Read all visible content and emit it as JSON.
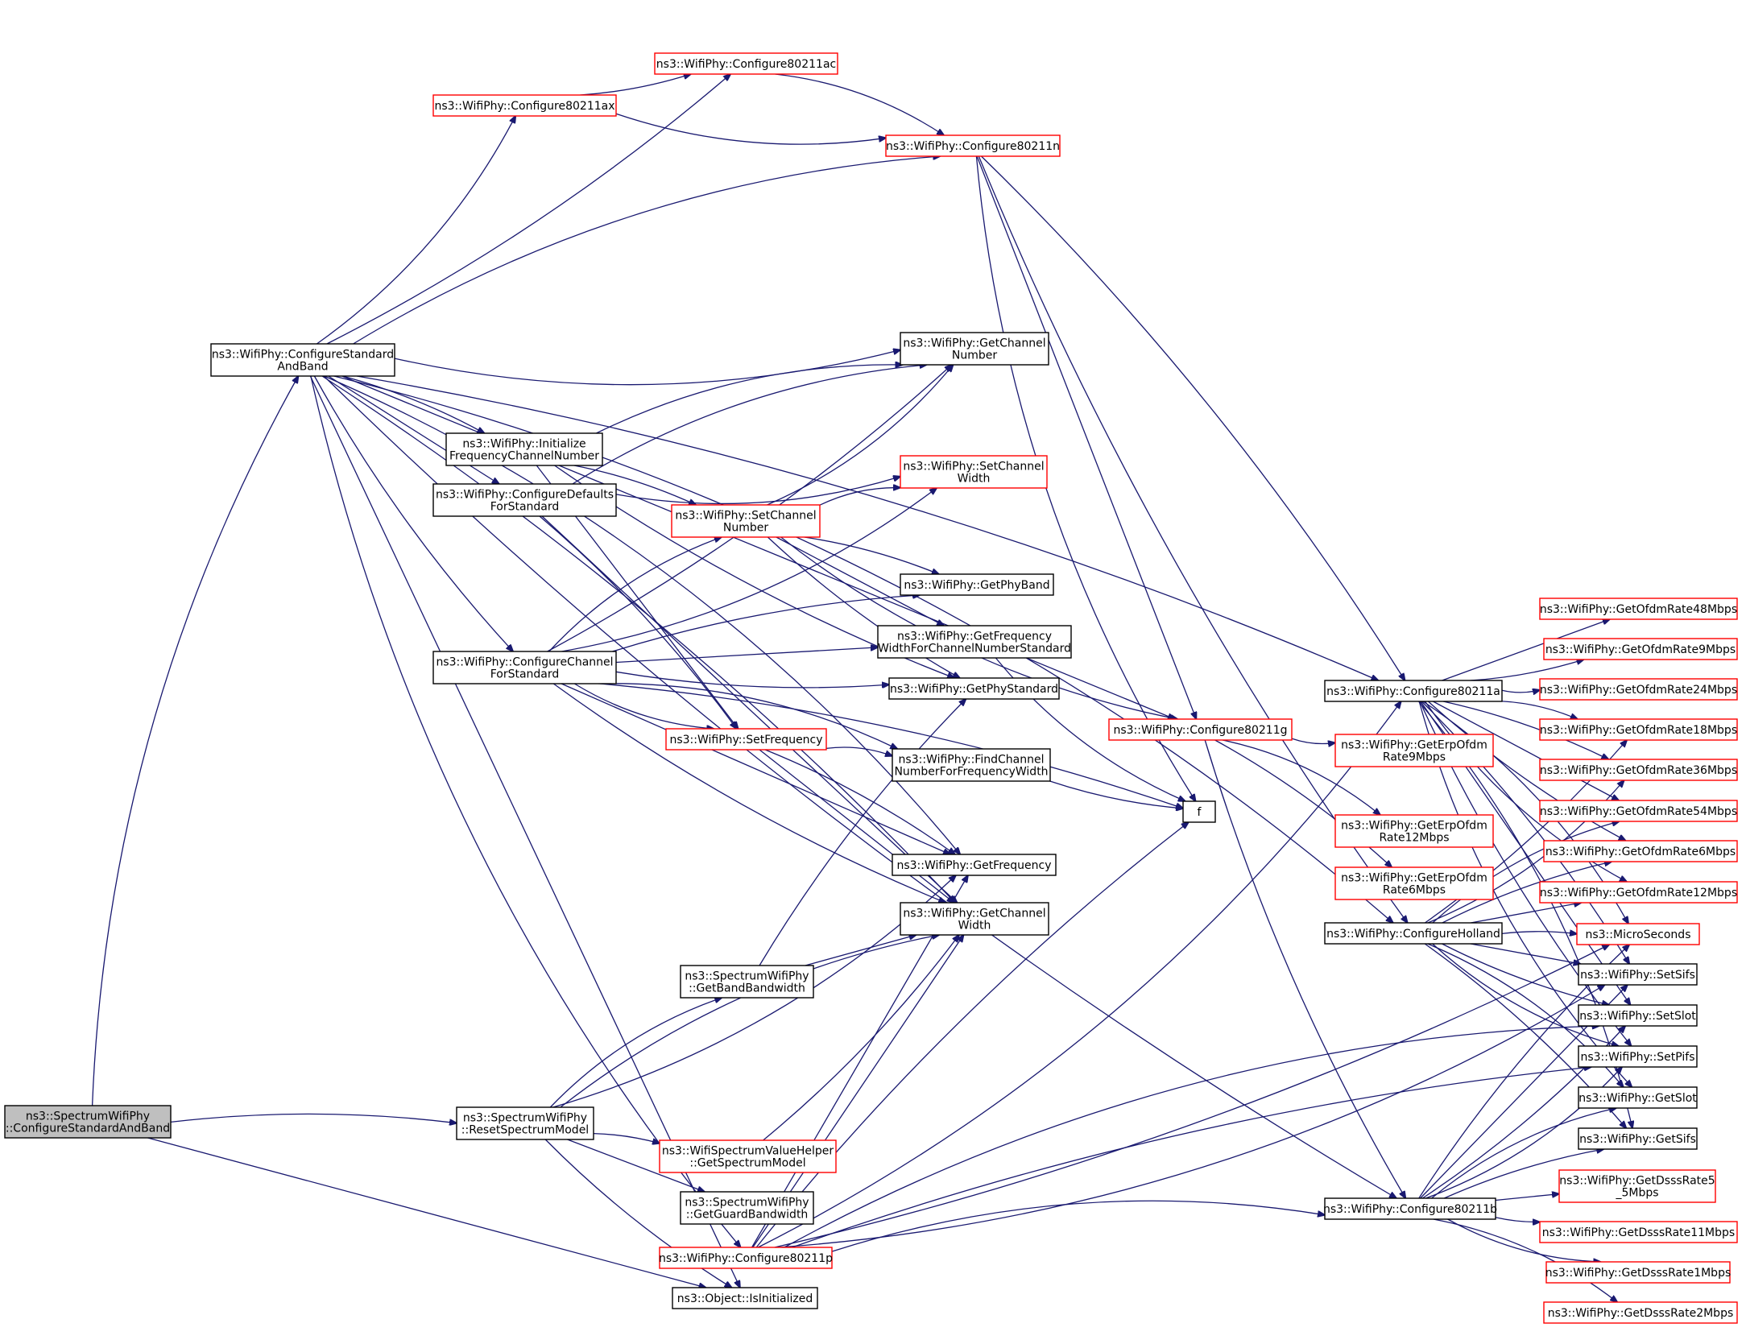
{
  "colors": {
    "edge": "#191970",
    "node_border_normal": "#000000",
    "node_border_truncated": "#ff0000",
    "root_fill": "#bfbfbf",
    "node_fill": "#ffffff",
    "text": "#000000"
  },
  "nodes": [
    {
      "id": "root",
      "lines": [
        "ns3::SpectrumWifiPhy",
        "::ConfigureStandardAndBand"
      ],
      "style": "root"
    },
    {
      "id": "csab",
      "lines": [
        "ns3::WifiPhy::ConfigureStandard",
        "AndBand"
      ],
      "style": "normal"
    },
    {
      "id": "rsm",
      "lines": [
        "ns3::SpectrumWifiPhy",
        "::ResetSpectrumModel"
      ],
      "style": "normal"
    },
    {
      "id": "isinit",
      "lines": [
        "ns3::Object::IsInitialized"
      ],
      "style": "normal"
    },
    {
      "id": "c11ac",
      "lines": [
        "ns3::WifiPhy::Configure80211ac"
      ],
      "style": "truncated"
    },
    {
      "id": "c11ax",
      "lines": [
        "ns3::WifiPhy::Configure80211ax"
      ],
      "style": "truncated"
    },
    {
      "id": "c11n",
      "lines": [
        "ns3::WifiPhy::Configure80211n"
      ],
      "style": "truncated"
    },
    {
      "id": "ifcn",
      "lines": [
        "ns3::WifiPhy::Initialize",
        "FrequencyChannelNumber"
      ],
      "style": "normal"
    },
    {
      "id": "cdfs",
      "lines": [
        "ns3::WifiPhy::ConfigureDefaults",
        "ForStandard"
      ],
      "style": "normal"
    },
    {
      "id": "ccfs",
      "lines": [
        "ns3::WifiPhy::ConfigureChannel",
        "ForStandard"
      ],
      "style": "normal"
    },
    {
      "id": "getchnum",
      "lines": [
        "ns3::WifiPhy::GetChannel",
        "Number"
      ],
      "style": "normal"
    },
    {
      "id": "setchw",
      "lines": [
        "ns3::WifiPhy::SetChannel",
        "Width"
      ],
      "style": "truncated"
    },
    {
      "id": "setchnum",
      "lines": [
        "ns3::WifiPhy::SetChannel",
        "Number"
      ],
      "style": "truncated"
    },
    {
      "id": "getphyband",
      "lines": [
        "ns3::WifiPhy::GetPhyBand"
      ],
      "style": "normal"
    },
    {
      "id": "getfwcns",
      "lines": [
        "ns3::WifiPhy::GetFrequency",
        "WidthForChannelNumberStandard"
      ],
      "style": "normal"
    },
    {
      "id": "getphystd",
      "lines": [
        "ns3::WifiPhy::GetPhyStandard"
      ],
      "style": "normal"
    },
    {
      "id": "setfreq",
      "lines": [
        "ns3::WifiPhy::SetFrequency"
      ],
      "style": "truncated"
    },
    {
      "id": "findch",
      "lines": [
        "ns3::WifiPhy::FindChannel",
        "NumberForFrequencyWidth"
      ],
      "style": "normal"
    },
    {
      "id": "f",
      "lines": [
        "f"
      ],
      "style": "normal"
    },
    {
      "id": "getfreq",
      "lines": [
        "ns3::WifiPhy::GetFrequency"
      ],
      "style": "normal"
    },
    {
      "id": "getchw",
      "lines": [
        "ns3::WifiPhy::GetChannel",
        "Width"
      ],
      "style": "normal"
    },
    {
      "id": "getbbw",
      "lines": [
        "ns3::SpectrumWifiPhy",
        "::GetBandBandwidth"
      ],
      "style": "normal"
    },
    {
      "id": "getspm",
      "lines": [
        "ns3::WifiSpectrumValueHelper",
        "::GetSpectrumModel"
      ],
      "style": "truncated"
    },
    {
      "id": "getgbw",
      "lines": [
        "ns3::SpectrumWifiPhy",
        "::GetGuardBandwidth"
      ],
      "style": "normal"
    },
    {
      "id": "c11p",
      "lines": [
        "ns3::WifiPhy::Configure80211p"
      ],
      "style": "truncated"
    },
    {
      "id": "c11g",
      "lines": [
        "ns3::WifiPhy::Configure80211g"
      ],
      "style": "truncated"
    },
    {
      "id": "c11a",
      "lines": [
        "ns3::WifiPhy::Configure80211a"
      ],
      "style": "normal"
    },
    {
      "id": "choll",
      "lines": [
        "ns3::WifiPhy::ConfigureHolland"
      ],
      "style": "normal"
    },
    {
      "id": "c11b",
      "lines": [
        "ns3::WifiPhy::Configure80211b"
      ],
      "style": "normal"
    },
    {
      "id": "erp9",
      "lines": [
        "ns3::WifiPhy::GetErpOfdm",
        "Rate9Mbps"
      ],
      "style": "truncated"
    },
    {
      "id": "erp12",
      "lines": [
        "ns3::WifiPhy::GetErpOfdm",
        "Rate12Mbps"
      ],
      "style": "truncated"
    },
    {
      "id": "erp6",
      "lines": [
        "ns3::WifiPhy::GetErpOfdm",
        "Rate6Mbps"
      ],
      "style": "truncated"
    },
    {
      "id": "o48",
      "lines": [
        "ns3::WifiPhy::GetOfdmRate48Mbps"
      ],
      "style": "truncated"
    },
    {
      "id": "o9",
      "lines": [
        "ns3::WifiPhy::GetOfdmRate9Mbps"
      ],
      "style": "truncated"
    },
    {
      "id": "o24",
      "lines": [
        "ns3::WifiPhy::GetOfdmRate24Mbps"
      ],
      "style": "truncated"
    },
    {
      "id": "o18",
      "lines": [
        "ns3::WifiPhy::GetOfdmRate18Mbps"
      ],
      "style": "truncated"
    },
    {
      "id": "o36",
      "lines": [
        "ns3::WifiPhy::GetOfdmRate36Mbps"
      ],
      "style": "truncated"
    },
    {
      "id": "o54",
      "lines": [
        "ns3::WifiPhy::GetOfdmRate54Mbps"
      ],
      "style": "truncated"
    },
    {
      "id": "o6",
      "lines": [
        "ns3::WifiPhy::GetOfdmRate6Mbps"
      ],
      "style": "truncated"
    },
    {
      "id": "o12",
      "lines": [
        "ns3::WifiPhy::GetOfdmRate12Mbps"
      ],
      "style": "truncated"
    },
    {
      "id": "micro",
      "lines": [
        "ns3::MicroSeconds"
      ],
      "style": "truncated"
    },
    {
      "id": "setsifs",
      "lines": [
        "ns3::WifiPhy::SetSifs"
      ],
      "style": "normal"
    },
    {
      "id": "setslot",
      "lines": [
        "ns3::WifiPhy::SetSlot"
      ],
      "style": "normal"
    },
    {
      "id": "setpifs",
      "lines": [
        "ns3::WifiPhy::SetPifs"
      ],
      "style": "normal"
    },
    {
      "id": "getslot",
      "lines": [
        "ns3::WifiPhy::GetSlot"
      ],
      "style": "normal"
    },
    {
      "id": "getsifs",
      "lines": [
        "ns3::WifiPhy::GetSifs"
      ],
      "style": "normal"
    },
    {
      "id": "d55",
      "lines": [
        "ns3::WifiPhy::GetDsssRate5",
        "_5Mbps"
      ],
      "style": "truncated"
    },
    {
      "id": "d11",
      "lines": [
        "ns3::WifiPhy::GetDsssRate11Mbps"
      ],
      "style": "truncated"
    },
    {
      "id": "d1",
      "lines": [
        "ns3::WifiPhy::GetDsssRate1Mbps"
      ],
      "style": "truncated"
    },
    {
      "id": "d2",
      "lines": [
        "ns3::WifiPhy::GetDsssRate2Mbps"
      ],
      "style": "truncated"
    }
  ],
  "edges": [
    [
      "root",
      "csab"
    ],
    [
      "root",
      "rsm"
    ],
    [
      "root",
      "isinit"
    ],
    [
      "csab",
      "c11ac"
    ],
    [
      "csab",
      "c11ax"
    ],
    [
      "csab",
      "c11n"
    ],
    [
      "csab",
      "c11a"
    ],
    [
      "csab",
      "c11g"
    ],
    [
      "csab",
      "c11b"
    ],
    [
      "csab",
      "c11p"
    ],
    [
      "csab",
      "choll"
    ],
    [
      "csab",
      "ifcn"
    ],
    [
      "csab",
      "cdfs"
    ],
    [
      "csab",
      "ccfs"
    ],
    [
      "csab",
      "getchnum"
    ],
    [
      "csab",
      "getfreq"
    ],
    [
      "csab",
      "getchw"
    ],
    [
      "csab",
      "isinit"
    ],
    [
      "c11ax",
      "c11ac"
    ],
    [
      "c11ax",
      "c11n"
    ],
    [
      "c11ac",
      "c11n"
    ],
    [
      "c11n",
      "c11a"
    ],
    [
      "c11n",
      "c11g"
    ],
    [
      "c11n",
      "choll"
    ],
    [
      "c11n",
      "f"
    ],
    [
      "ifcn",
      "getchnum"
    ],
    [
      "ifcn",
      "setchnum"
    ],
    [
      "ifcn",
      "setfreq"
    ],
    [
      "ifcn",
      "getphystd"
    ],
    [
      "cdfs",
      "setchw"
    ],
    [
      "cdfs",
      "getchnum"
    ],
    [
      "cdfs",
      "setfreq"
    ],
    [
      "cdfs",
      "getchw"
    ],
    [
      "ccfs",
      "getchnum"
    ],
    [
      "ccfs",
      "setchw"
    ],
    [
      "ccfs",
      "setchnum"
    ],
    [
      "ccfs",
      "getphyband"
    ],
    [
      "ccfs",
      "getfwcns"
    ],
    [
      "ccfs",
      "getphystd"
    ],
    [
      "ccfs",
      "setfreq"
    ],
    [
      "ccfs",
      "findch"
    ],
    [
      "ccfs",
      "f"
    ],
    [
      "ccfs",
      "getfreq"
    ],
    [
      "ccfs",
      "getchw"
    ],
    [
      "setchnum",
      "getchnum"
    ],
    [
      "setchnum",
      "setchw"
    ],
    [
      "setchnum",
      "getphyband"
    ],
    [
      "setchnum",
      "getfwcns"
    ],
    [
      "setchnum",
      "getphystd"
    ],
    [
      "setchnum",
      "c11g"
    ],
    [
      "setfreq",
      "findch"
    ],
    [
      "setfreq",
      "getfreq"
    ],
    [
      "setfreq",
      "getchw"
    ],
    [
      "findch",
      "f"
    ],
    [
      "getfwcns",
      "f"
    ],
    [
      "rsm",
      "getbbw"
    ],
    [
      "rsm",
      "getspm"
    ],
    [
      "rsm",
      "getgbw"
    ],
    [
      "rsm",
      "isinit"
    ],
    [
      "rsm",
      "getfreq"
    ],
    [
      "rsm",
      "getchw"
    ],
    [
      "getbbw",
      "getphystd"
    ],
    [
      "getbbw",
      "getchw"
    ],
    [
      "getspm",
      "getchw"
    ],
    [
      "c11p",
      "c11a"
    ],
    [
      "c11p",
      "c11b"
    ],
    [
      "c11p",
      "f"
    ],
    [
      "c11p",
      "getchw"
    ],
    [
      "c11p",
      "micro"
    ],
    [
      "c11p",
      "setsifs"
    ],
    [
      "c11p",
      "setslot"
    ],
    [
      "c11p",
      "setpifs"
    ],
    [
      "c11p",
      "getfreq"
    ],
    [
      "c11g",
      "c11b"
    ],
    [
      "c11g",
      "erp9"
    ],
    [
      "c11g",
      "erp12"
    ],
    [
      "c11g",
      "erp6"
    ],
    [
      "c11a",
      "o48"
    ],
    [
      "c11a",
      "o9"
    ],
    [
      "c11a",
      "o24"
    ],
    [
      "c11a",
      "o18"
    ],
    [
      "c11a",
      "o36"
    ],
    [
      "c11a",
      "o54"
    ],
    [
      "c11a",
      "o6"
    ],
    [
      "c11a",
      "o12"
    ],
    [
      "c11a",
      "micro"
    ],
    [
      "c11a",
      "setsifs"
    ],
    [
      "c11a",
      "setslot"
    ],
    [
      "c11a",
      "setpifs"
    ],
    [
      "c11a",
      "getslot"
    ],
    [
      "c11a",
      "getsifs"
    ],
    [
      "choll",
      "o6"
    ],
    [
      "choll",
      "o12"
    ],
    [
      "choll",
      "o18"
    ],
    [
      "choll",
      "o36"
    ],
    [
      "choll",
      "o54"
    ],
    [
      "choll",
      "micro"
    ],
    [
      "choll",
      "setsifs"
    ],
    [
      "choll",
      "setslot"
    ],
    [
      "choll",
      "setpifs"
    ],
    [
      "choll",
      "getslot"
    ],
    [
      "choll",
      "getsifs"
    ],
    [
      "c11b",
      "d55"
    ],
    [
      "c11b",
      "d11"
    ],
    [
      "c11b",
      "d1"
    ],
    [
      "c11b",
      "d2"
    ],
    [
      "c11b",
      "micro"
    ],
    [
      "c11b",
      "setsifs"
    ],
    [
      "c11b",
      "setslot"
    ],
    [
      "c11b",
      "setpifs"
    ],
    [
      "c11b",
      "getslot"
    ],
    [
      "c11b",
      "getsifs"
    ]
  ]
}
